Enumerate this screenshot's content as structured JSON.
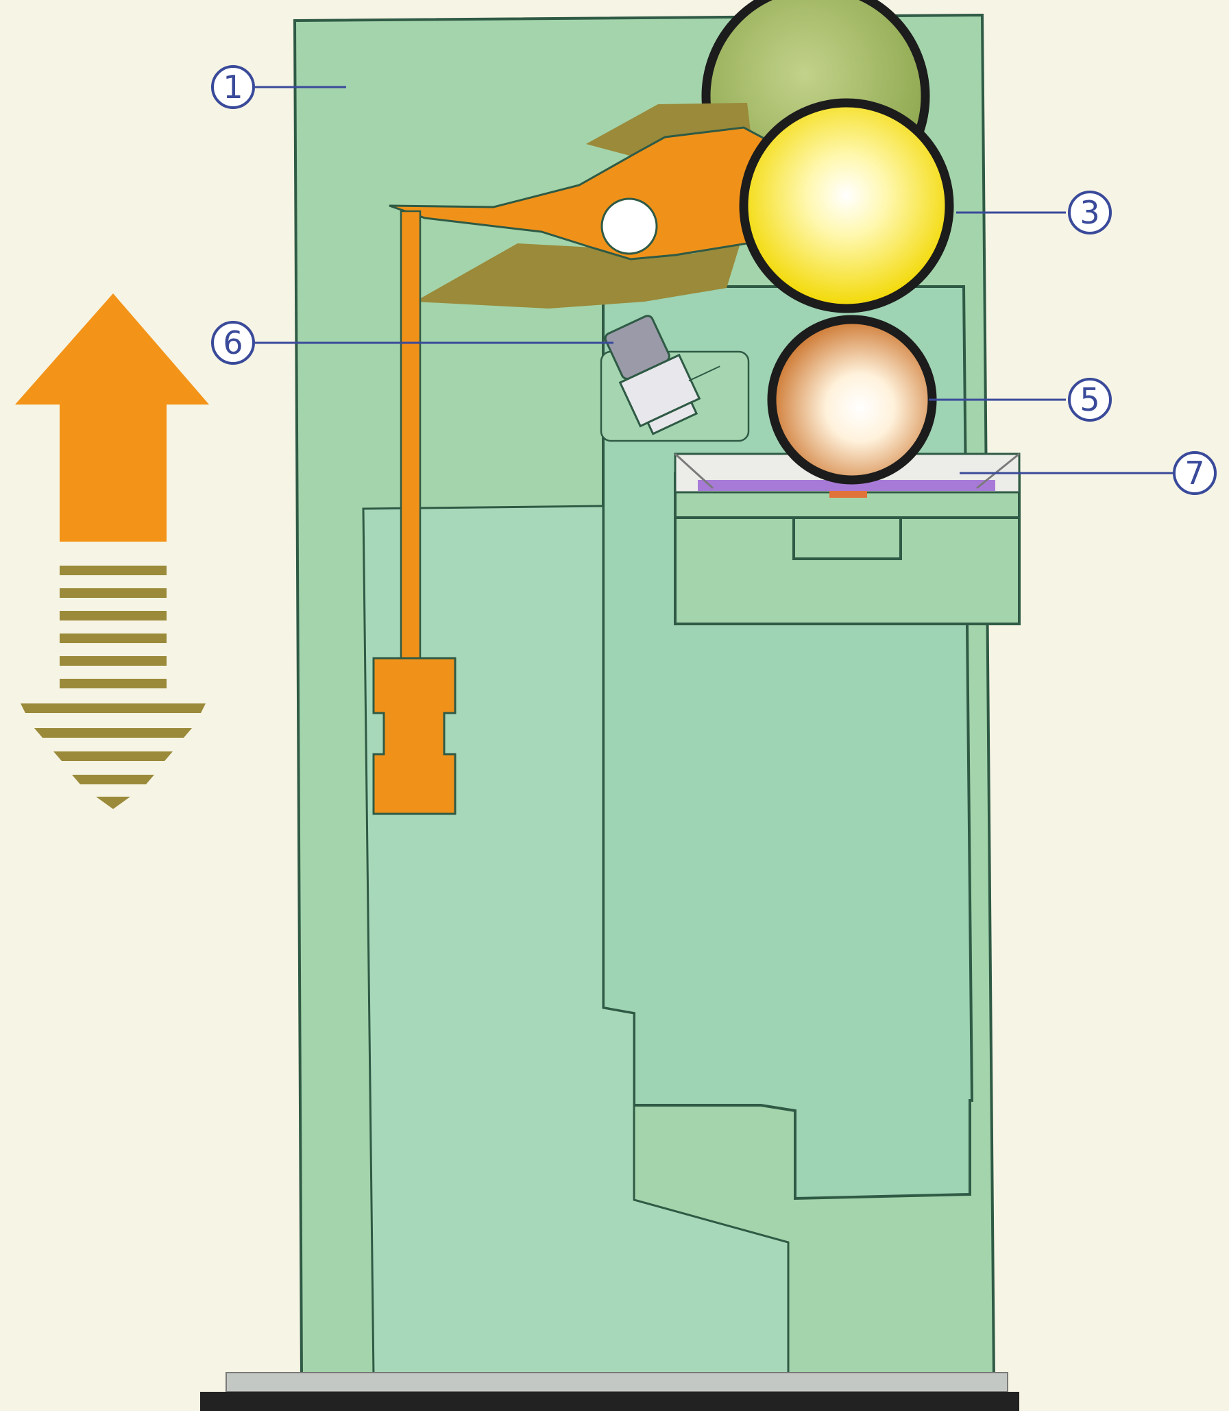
{
  "diagram": {
    "callouts": [
      {
        "id": "1",
        "label": "①"
      },
      {
        "id": "3",
        "label": "③"
      },
      {
        "id": "5",
        "label": "⑤"
      },
      {
        "id": "6",
        "label": "⑥"
      },
      {
        "id": "7",
        "label": "⑦"
      }
    ],
    "colors": {
      "background": "#f6f4e4",
      "machine_body": "#a4d4ab",
      "outline": "#2f5a45",
      "lever": "#f0921a",
      "lever_shadow": "#9a8a3a",
      "back_roller": "#9ab25a",
      "yellow_roller": "#ffe83a",
      "bronze_roller": "#d4823a",
      "tray_liquid": "#a87ad8",
      "sensor": "#9a9aa8",
      "callout_line": "#3a4a9a",
      "base": "#c4c8c4",
      "base_bar": "#222222",
      "arrow_up": "#f39318",
      "arrow_down_stripes": "#9a8a3a"
    },
    "indicators": {
      "up_arrow": "up-arrow-icon",
      "down_arrow": "striped-down-arrow-icon"
    }
  }
}
